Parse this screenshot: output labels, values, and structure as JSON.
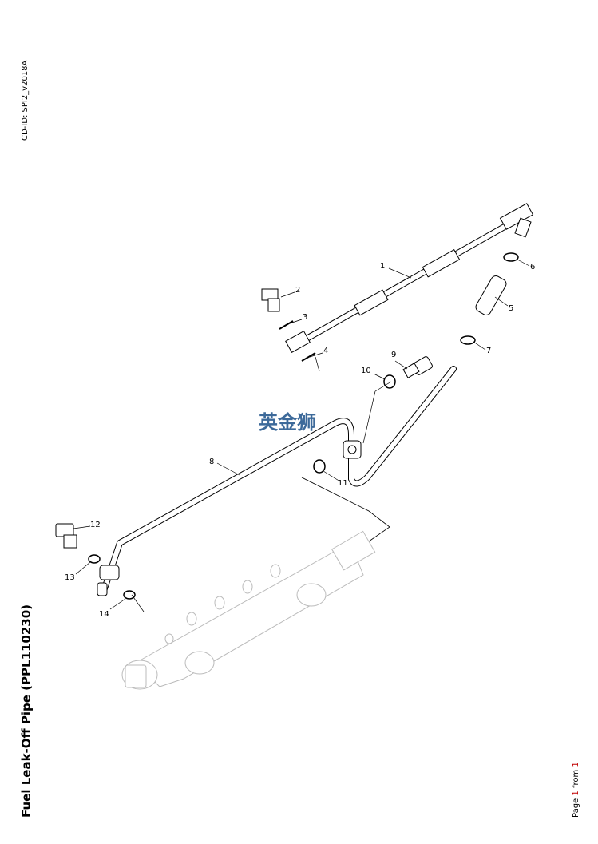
{
  "header": {
    "cd_id": "CD-ID: SPI2_v2018A"
  },
  "footer": {
    "title": "Fuel Leak-Off Pipe (PPL110230)",
    "page_prefix": "Page ",
    "page_current": "1",
    "page_mid": " from ",
    "page_total": "1"
  },
  "watermark": "英金狮",
  "callouts": [
    "1",
    "2",
    "3",
    "4",
    "5",
    "6",
    "7",
    "8",
    "9",
    "10",
    "11",
    "12",
    "13",
    "14"
  ]
}
